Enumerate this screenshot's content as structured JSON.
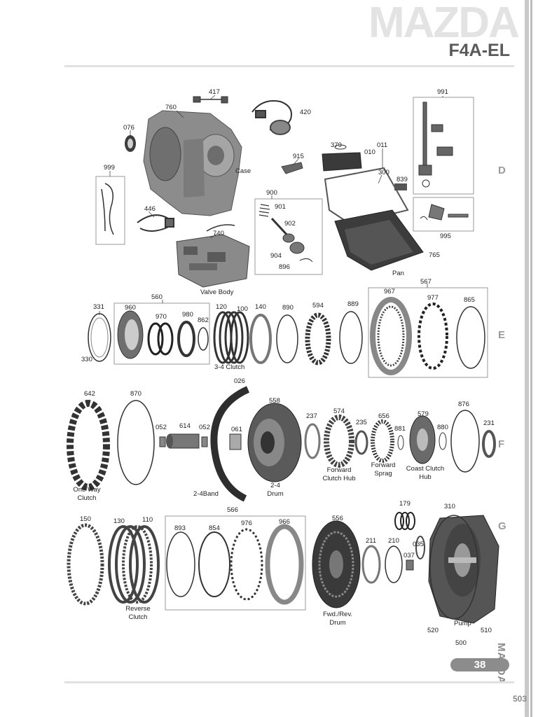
{
  "header": {
    "brand": "MAZDA",
    "model": "F4A-EL"
  },
  "row_letters": [
    "D",
    "E",
    "F",
    "G"
  ],
  "side_brand": "MAZDA",
  "page_badge": "38",
  "page_number": "503",
  "colors": {
    "ink": "#2a2a2a",
    "metal": "#8a8a8a",
    "box": "#9a9a9a",
    "watermark": "#e3e3e3"
  },
  "labels": {
    "p417": "417",
    "p760": "760",
    "p420": "420",
    "p076": "076",
    "case": "Case",
    "p999": "999",
    "p446": "446",
    "p740": "740",
    "valve_body": "Valve Body",
    "p915": "915",
    "p900": "900",
    "p901": "901",
    "p902": "902",
    "p904": "904",
    "p896": "896",
    "p379": "379",
    "p010": "010",
    "p011": "011",
    "p300": "300",
    "p839": "839",
    "p765": "765",
    "pan": "Pan",
    "p991": "991",
    "p995": "995",
    "p560": "560",
    "p331": "331",
    "p330": "330",
    "p960": "960",
    "p970": "970",
    "p980": "980",
    "p862": "862",
    "p120": "120",
    "p100": "100",
    "clutch_34": "3-4 Clutch",
    "p140": "140",
    "p890": "890",
    "p594": "594",
    "p889": "889",
    "p567": "567",
    "p967": "967",
    "p977": "977",
    "p865": "865",
    "p642": "642",
    "one_way": "One Way",
    "clutch_word": "Clutch",
    "p870": "870",
    "p052a": "052",
    "p614": "614",
    "p052b": "052",
    "p026": "026",
    "band_24": "2-4Band",
    "p061": "061",
    "p558": "558",
    "drum_24": "2-4",
    "drum_word": "Drum",
    "p237": "237",
    "p574": "574",
    "fwd_clutch_hub_1": "Forward",
    "fwd_clutch_hub_2": "Clutch Hub",
    "p235": "235",
    "p656": "656",
    "fwd_sprag_1": "Forward",
    "fwd_sprag_2": "Sprag",
    "p881": "881",
    "p579": "579",
    "coast_1": "Coast Clutch",
    "coast_2": "Hub",
    "p880": "880",
    "p876": "876",
    "p231": "231",
    "p150": "150",
    "p130": "130",
    "p110": "110",
    "reverse_1": "Reverse",
    "reverse_2": "Clutch",
    "p566": "566",
    "p893": "893",
    "p854": "854",
    "p976": "976",
    "p966": "966",
    "p556": "556",
    "fwdrev_1": "Fwd./Rev.",
    "fwdrev_2": "Drum",
    "p211": "211",
    "p210": "210",
    "p179": "179",
    "p035": "035",
    "p037": "037",
    "p310": "310",
    "pump": "Pump",
    "p520": "520",
    "p510": "510",
    "p500": "500"
  }
}
